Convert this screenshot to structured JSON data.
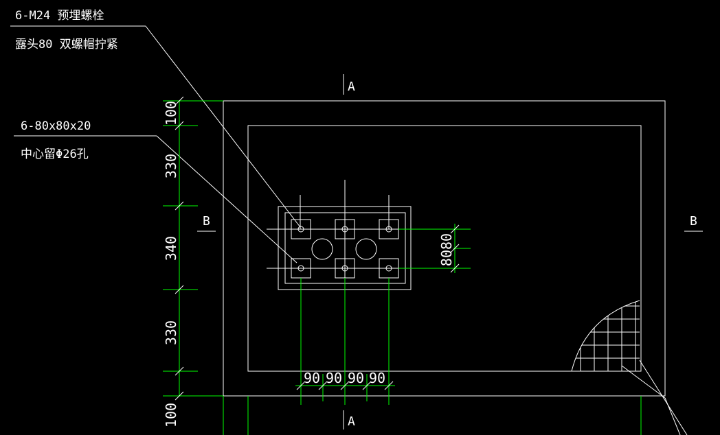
{
  "annotations": {
    "bolt_title": "6-M24 预埋螺栓",
    "bolt_note": "露头80  双螺帽拧紧",
    "plate_title": "6-80x80x20",
    "plate_note": "中心留Φ26孔"
  },
  "section_marks": {
    "a_top": "A",
    "a_bottom": "A",
    "b_left": "B",
    "b_right": "B"
  },
  "dimensions": {
    "vertical": [
      "100",
      "330",
      "340",
      "330",
      "100"
    ],
    "horizontal": [
      "90",
      "90",
      "90",
      "90"
    ],
    "plate_spacing": "8080"
  },
  "colors": {
    "background": "#000000",
    "drawing": "#ffffff",
    "dimension": "#00ff00"
  }
}
